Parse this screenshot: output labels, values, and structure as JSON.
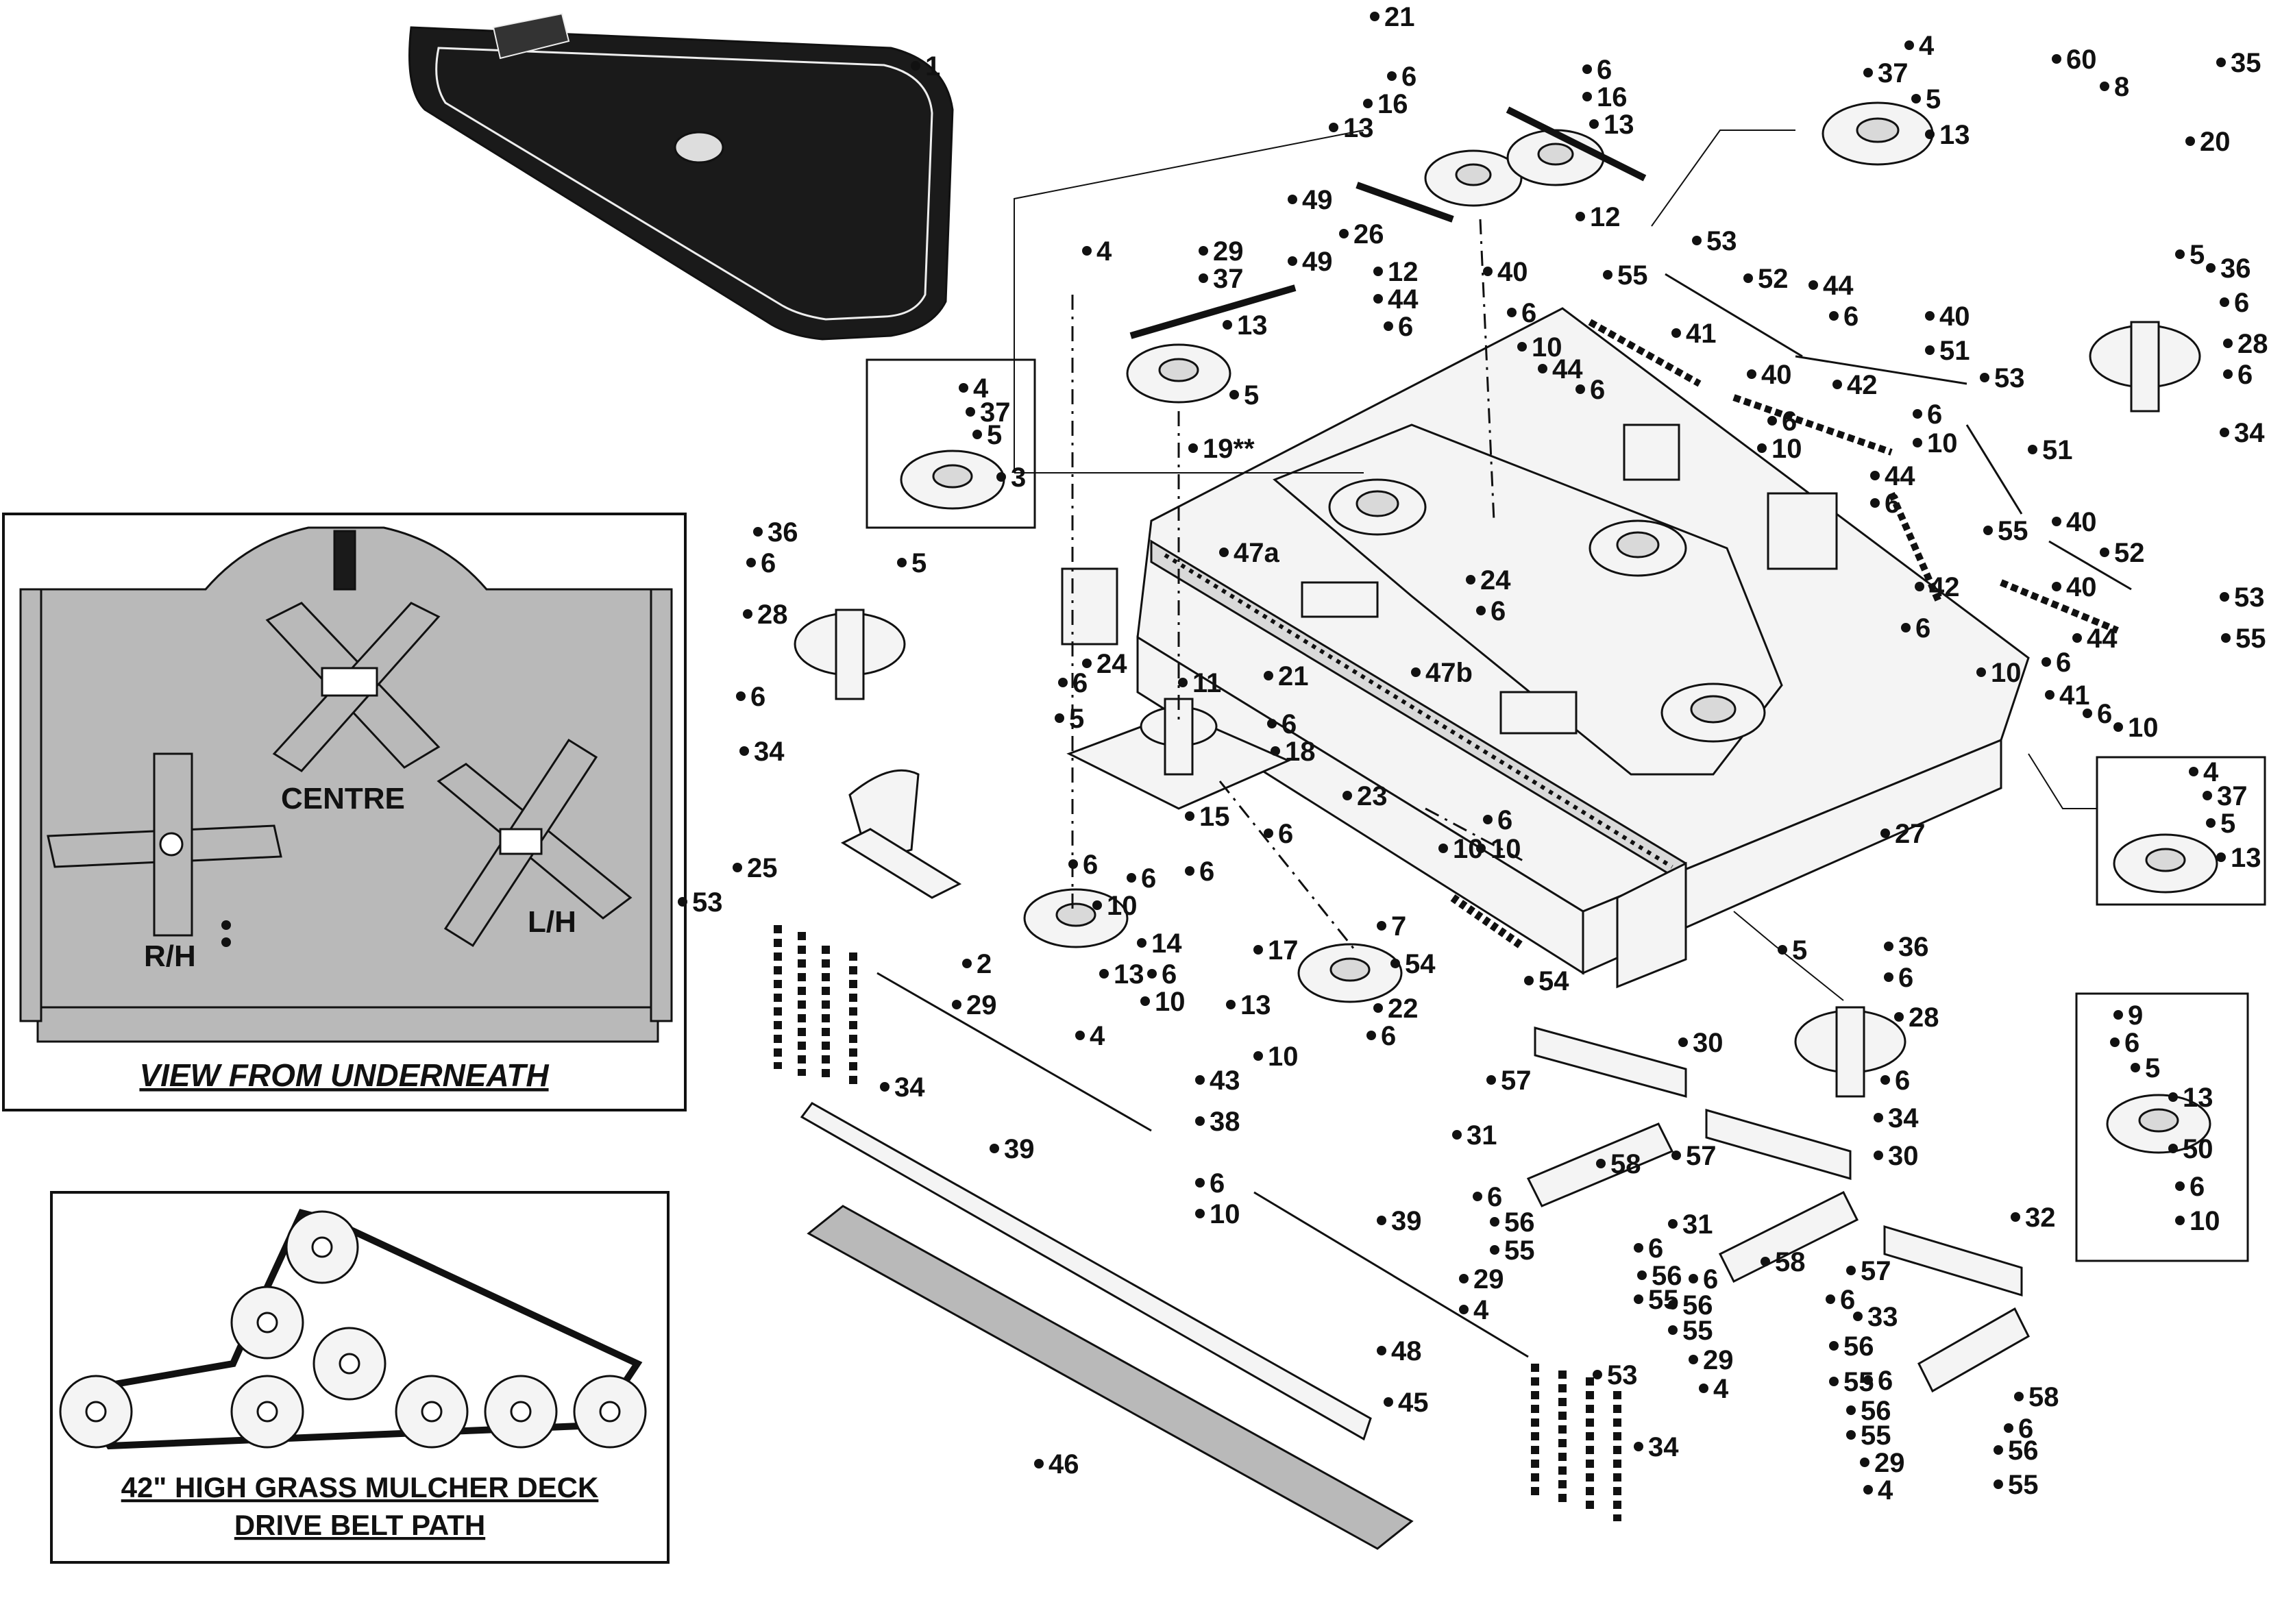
{
  "insets": {
    "underneath_title": "VIEW FROM UNDERNEATH",
    "belt_title_line1": "42\" HIGH GRASS MULCHER DECK",
    "belt_title_line2": "DRIVE BELT PATH",
    "blade_labels": [
      "CENTRE",
      "R/H",
      "L/H"
    ]
  },
  "callouts": [
    {
      "id": "c1",
      "text": "1"
    },
    {
      "id": "c21a",
      "text": "21"
    },
    {
      "id": "c6a",
      "text": "6"
    },
    {
      "id": "c16a",
      "text": "16"
    },
    {
      "id": "c6b",
      "text": "6"
    },
    {
      "id": "c16b",
      "text": "16"
    },
    {
      "id": "c13a",
      "text": "13"
    },
    {
      "id": "c13b",
      "text": "13"
    },
    {
      "id": "c49a",
      "text": "49"
    },
    {
      "id": "c12a",
      "text": "12"
    },
    {
      "id": "c26",
      "text": "26"
    },
    {
      "id": "c12b",
      "text": "12"
    },
    {
      "id": "c40a",
      "text": "40"
    },
    {
      "id": "c44a",
      "text": "44"
    },
    {
      "id": "c6c",
      "text": "6"
    },
    {
      "id": "c4a",
      "text": "4"
    },
    {
      "id": "c29a",
      "text": "29"
    },
    {
      "id": "c37a",
      "text": "37"
    },
    {
      "id": "c49b",
      "text": "49"
    },
    {
      "id": "c13c",
      "text": "13"
    },
    {
      "id": "c5a",
      "text": "5"
    },
    {
      "id": "c19",
      "text": "19**"
    },
    {
      "id": "c4b",
      "text": "4"
    },
    {
      "id": "c37b",
      "text": "37"
    },
    {
      "id": "c5b",
      "text": "5"
    },
    {
      "id": "c3",
      "text": "3"
    },
    {
      "id": "c4c",
      "text": "4"
    },
    {
      "id": "c37c",
      "text": "37"
    },
    {
      "id": "c5c",
      "text": "5"
    },
    {
      "id": "c13d",
      "text": "13"
    },
    {
      "id": "c60",
      "text": "60"
    },
    {
      "id": "c8",
      "text": "8"
    },
    {
      "id": "c35",
      "text": "35"
    },
    {
      "id": "c20",
      "text": "20"
    },
    {
      "id": "c53a",
      "text": "53"
    },
    {
      "id": "c55a",
      "text": "55"
    },
    {
      "id": "c52a",
      "text": "52"
    },
    {
      "id": "c44b",
      "text": "44"
    },
    {
      "id": "c6d",
      "text": "6"
    },
    {
      "id": "c10a",
      "text": "10"
    },
    {
      "id": "c6e",
      "text": "6"
    },
    {
      "id": "c41a",
      "text": "41"
    },
    {
      "id": "c40b",
      "text": "40"
    },
    {
      "id": "c51a",
      "text": "51"
    },
    {
      "id": "c44c",
      "text": "44"
    },
    {
      "id": "c6f",
      "text": "6"
    },
    {
      "id": "c40c",
      "text": "40"
    },
    {
      "id": "c42a",
      "text": "42"
    },
    {
      "id": "c6g",
      "text": "6"
    },
    {
      "id": "c10b",
      "text": "10"
    },
    {
      "id": "c6h",
      "text": "6"
    },
    {
      "id": "c10c",
      "text": "10"
    },
    {
      "id": "c53b",
      "text": "53"
    },
    {
      "id": "c51b",
      "text": "51"
    },
    {
      "id": "c44d",
      "text": "44"
    },
    {
      "id": "c6i",
      "text": "6"
    },
    {
      "id": "c55b",
      "text": "55"
    },
    {
      "id": "c40d",
      "text": "40"
    },
    {
      "id": "c52b",
      "text": "52"
    },
    {
      "id": "c42b",
      "text": "42"
    },
    {
      "id": "c40e",
      "text": "40"
    },
    {
      "id": "c53c",
      "text": "53"
    },
    {
      "id": "c55c",
      "text": "55"
    },
    {
      "id": "c6j",
      "text": "6"
    },
    {
      "id": "c44e",
      "text": "44"
    },
    {
      "id": "c6k",
      "text": "6"
    },
    {
      "id": "c10d",
      "text": "10"
    },
    {
      "id": "c41b",
      "text": "41"
    },
    {
      "id": "c6l",
      "text": "6"
    },
    {
      "id": "c10e",
      "text": "10"
    },
    {
      "id": "c5d",
      "text": "5"
    },
    {
      "id": "c36a",
      "text": "36"
    },
    {
      "id": "c6m",
      "text": "6"
    },
    {
      "id": "c28a",
      "text": "28"
    },
    {
      "id": "c6n",
      "text": "6"
    },
    {
      "id": "c34a",
      "text": "34"
    },
    {
      "id": "c36b",
      "text": "36"
    },
    {
      "id": "c6o",
      "text": "6"
    },
    {
      "id": "c5e",
      "text": "5"
    },
    {
      "id": "c28b",
      "text": "28"
    },
    {
      "id": "c6p",
      "text": "6"
    },
    {
      "id": "c34b",
      "text": "34"
    },
    {
      "id": "c47a",
      "text": "47a"
    },
    {
      "id": "c24a",
      "text": "24"
    },
    {
      "id": "c6q",
      "text": "6"
    },
    {
      "id": "c47b",
      "text": "47b"
    },
    {
      "id": "c24b",
      "text": "24"
    },
    {
      "id": "c6r",
      "text": "6"
    },
    {
      "id": "c5f",
      "text": "5"
    },
    {
      "id": "c11",
      "text": "11"
    },
    {
      "id": "c21b",
      "text": "21"
    },
    {
      "id": "c6s",
      "text": "6"
    },
    {
      "id": "c18",
      "text": "18"
    },
    {
      "id": "c25",
      "text": "25"
    },
    {
      "id": "c23",
      "text": "23"
    },
    {
      "id": "c6t",
      "text": "6"
    },
    {
      "id": "c10f",
      "text": "10"
    },
    {
      "id": "c6u",
      "text": "6"
    },
    {
      "id": "c10g",
      "text": "10"
    },
    {
      "id": "c27",
      "text": "27"
    },
    {
      "id": "c4d",
      "text": "4"
    },
    {
      "id": "c37d",
      "text": "37"
    },
    {
      "id": "c5g",
      "text": "5"
    },
    {
      "id": "c13e",
      "text": "13"
    },
    {
      "id": "c15",
      "text": "15"
    },
    {
      "id": "c6v",
      "text": "6"
    },
    {
      "id": "c6w",
      "text": "6"
    },
    {
      "id": "c10h",
      "text": "10"
    },
    {
      "id": "c6x",
      "text": "6"
    },
    {
      "id": "c7",
      "text": "7"
    },
    {
      "id": "c14",
      "text": "14"
    },
    {
      "id": "c17",
      "text": "17"
    },
    {
      "id": "c54a",
      "text": "54"
    },
    {
      "id": "c54b",
      "text": "54"
    },
    {
      "id": "c13f",
      "text": "13"
    },
    {
      "id": "c2",
      "text": "2"
    },
    {
      "id": "c6y",
      "text": "6"
    },
    {
      "id": "c10i",
      "text": "10"
    },
    {
      "id": "c13g",
      "text": "13"
    },
    {
      "id": "c22",
      "text": "22"
    },
    {
      "id": "c6z",
      "text": "6"
    },
    {
      "id": "c29b",
      "text": "29"
    },
    {
      "id": "c4e",
      "text": "4"
    },
    {
      "id": "c10j",
      "text": "10"
    },
    {
      "id": "c5h",
      "text": "5"
    },
    {
      "id": "c36c",
      "text": "36"
    },
    {
      "id": "c6aa",
      "text": "6"
    },
    {
      "id": "c28c",
      "text": "28"
    },
    {
      "id": "c6ab",
      "text": "6"
    },
    {
      "id": "c34c",
      "text": "34"
    },
    {
      "id": "c53d",
      "text": "53"
    },
    {
      "id": "c34d",
      "text": "34"
    },
    {
      "id": "c43",
      "text": "43"
    },
    {
      "id": "c38",
      "text": "38"
    },
    {
      "id": "c39a",
      "text": "39"
    },
    {
      "id": "c6ac",
      "text": "6"
    },
    {
      "id": "c10k",
      "text": "10"
    },
    {
      "id": "c30a",
      "text": "30"
    },
    {
      "id": "c57a",
      "text": "57"
    },
    {
      "id": "c31a",
      "text": "31"
    },
    {
      "id": "c58a",
      "text": "58"
    },
    {
      "id": "c57b",
      "text": "57"
    },
    {
      "id": "c30b",
      "text": "30"
    },
    {
      "id": "c9",
      "text": "9"
    },
    {
      "id": "c6ad",
      "text": "6"
    },
    {
      "id": "c5i",
      "text": "5"
    },
    {
      "id": "c13h",
      "text": "13"
    },
    {
      "id": "c50",
      "text": "50"
    },
    {
      "id": "c6ae",
      "text": "6"
    },
    {
      "id": "c10l",
      "text": "10"
    },
    {
      "id": "c6af",
      "text": "6"
    },
    {
      "id": "c56a",
      "text": "56"
    },
    {
      "id": "c55d",
      "text": "55"
    },
    {
      "id": "c29c",
      "text": "29"
    },
    {
      "id": "c4f",
      "text": "4"
    },
    {
      "id": "c6ag",
      "text": "6"
    },
    {
      "id": "c56b",
      "text": "56"
    },
    {
      "id": "c55e",
      "text": "55"
    },
    {
      "id": "c31b",
      "text": "31"
    },
    {
      "id": "c58b",
      "text": "58"
    },
    {
      "id": "c6ah",
      "text": "6"
    },
    {
      "id": "c56c",
      "text": "56"
    },
    {
      "id": "c55f",
      "text": "55"
    },
    {
      "id": "c6ai",
      "text": "6"
    },
    {
      "id": "c29d",
      "text": "29"
    },
    {
      "id": "c4g",
      "text": "4"
    },
    {
      "id": "c56d",
      "text": "56"
    },
    {
      "id": "c55g",
      "text": "55"
    },
    {
      "id": "c39b",
      "text": "39"
    },
    {
      "id": "c32",
      "text": "32"
    },
    {
      "id": "c57c",
      "text": "57"
    },
    {
      "id": "c33",
      "text": "33"
    },
    {
      "id": "c48",
      "text": "48"
    },
    {
      "id": "c45",
      "text": "45"
    },
    {
      "id": "c53e",
      "text": "53"
    },
    {
      "id": "c34e",
      "text": "34"
    },
    {
      "id": "c46",
      "text": "46"
    },
    {
      "id": "c6aj",
      "text": "6"
    },
    {
      "id": "c56e",
      "text": "56"
    },
    {
      "id": "c55h",
      "text": "55"
    },
    {
      "id": "c58c",
      "text": "58"
    },
    {
      "id": "c6ak",
      "text": "6"
    },
    {
      "id": "c56f",
      "text": "56"
    },
    {
      "id": "c29e",
      "text": "29"
    },
    {
      "id": "c55i",
      "text": "55"
    },
    {
      "id": "c4h",
      "text": "4"
    }
  ]
}
